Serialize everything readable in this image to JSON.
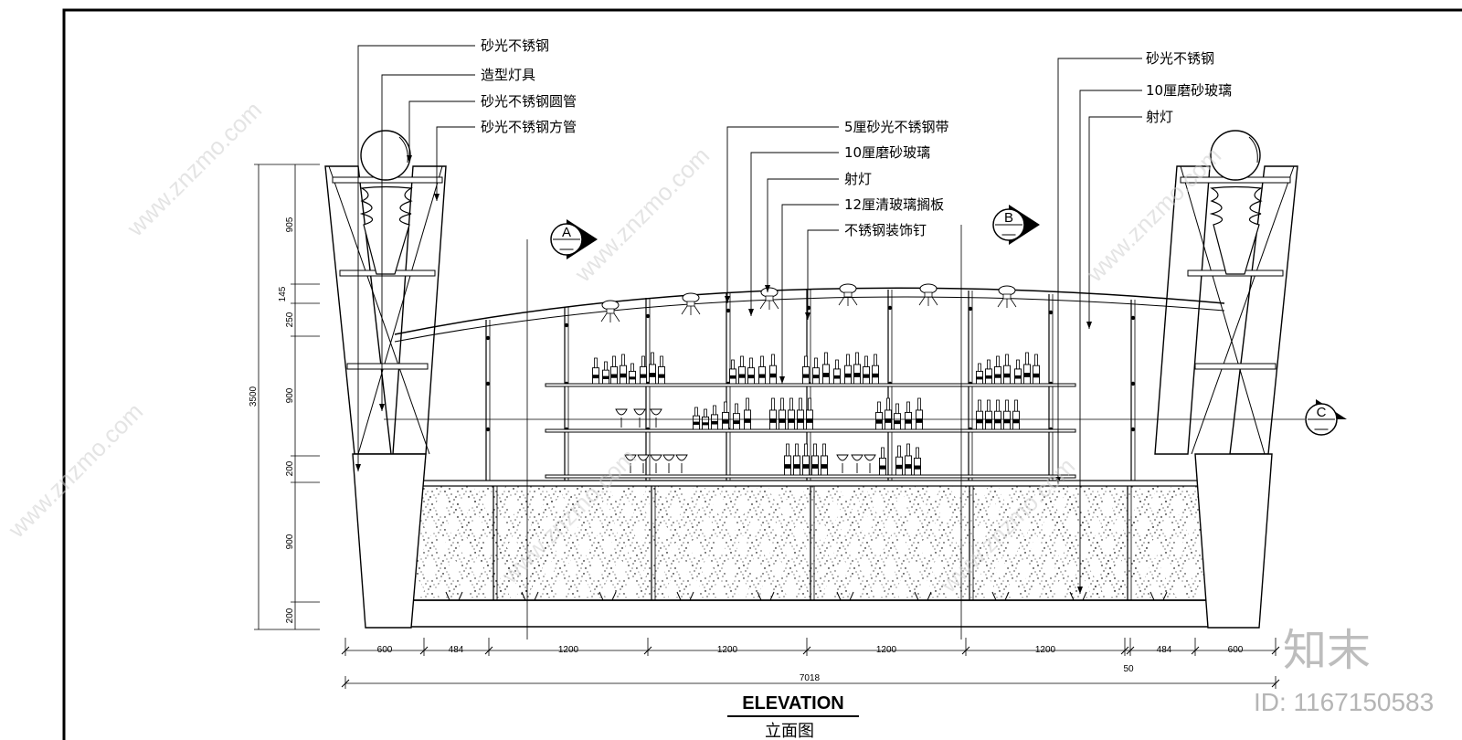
{
  "title": "ELEVATION",
  "subtitle": "立面图",
  "left_labels": [
    "砂光不锈钢",
    "造型灯具",
    "砂光不锈钢圆管",
    "砂光不锈钢方管"
  ],
  "center_labels": [
    "5厘砂光不锈钢带",
    "10厘磨砂玻璃",
    "射灯",
    "12厘清玻璃搁板",
    "不锈钢装饰钉"
  ],
  "right_labels": [
    "砂光不锈钢",
    "10厘磨砂玻璃",
    "射灯"
  ],
  "section_marks": {
    "a": "A",
    "b": "B",
    "c": "C",
    "dash": "—"
  },
  "horizontal_dims": [
    "600",
    "484",
    "1200",
    "1200",
    "1200",
    "1200",
    "484",
    "600"
  ],
  "total_width": "7018",
  "small_dim": "50",
  "vertical_dims": [
    "905",
    "145",
    "250",
    "900",
    "200",
    "900",
    "200"
  ],
  "total_height": "3500",
  "watermark": "www.znzmo.com",
  "brand": "知末",
  "image_id": "ID: 1167150583"
}
